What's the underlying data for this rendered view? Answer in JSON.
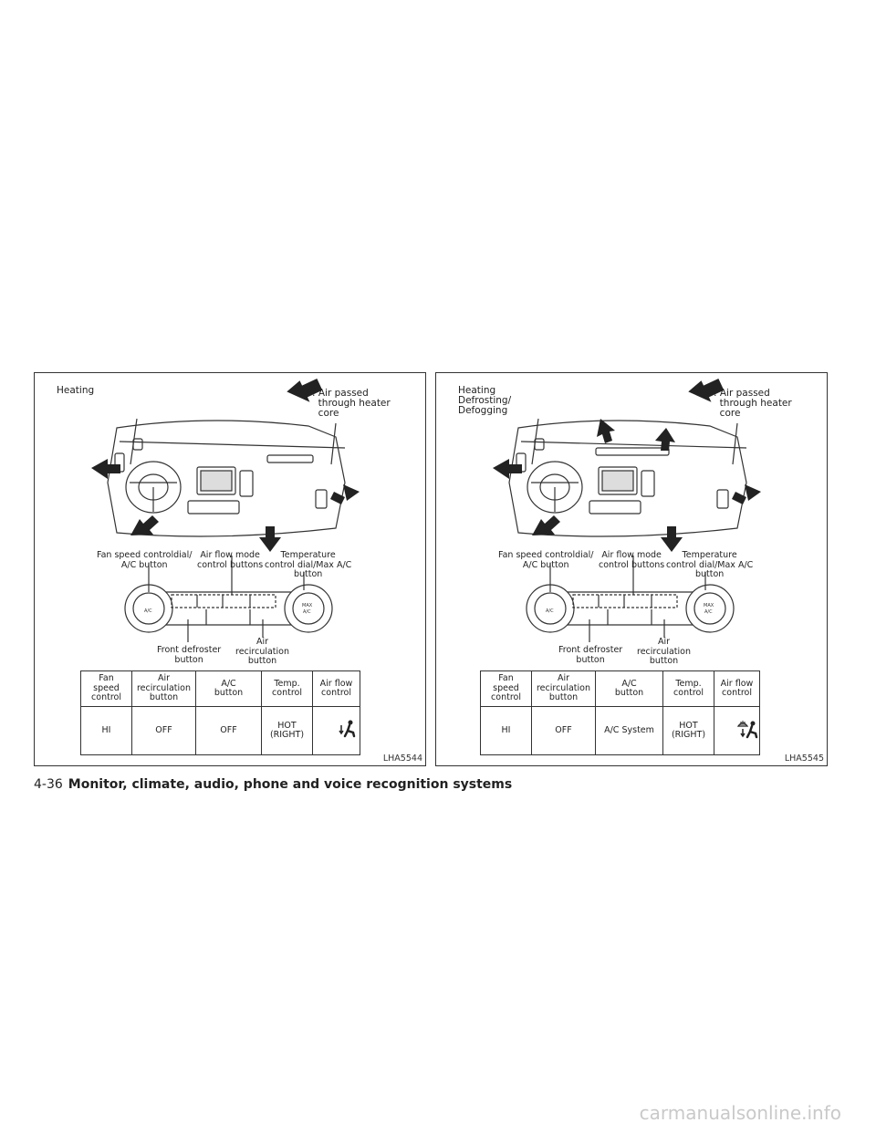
{
  "panels": [
    {
      "title": "Heating",
      "legend": ": Air passed\n  through heater\n  core",
      "labels": {
        "fan_speed": "Fan speed controldial/\nA/C button",
        "air_flow_mode": "Air flow mode\ncontrol buttons",
        "temperature": "Temperature\ncontrol dial/Max A/C\nbutton",
        "front_defroster": "Front defroster\nbutton",
        "air_recirc": "Air\nrecirculation\nbutton"
      },
      "panel_text": {
        "ac": "A/C",
        "max": "MAX",
        "ac2": "A/C"
      },
      "table": {
        "headers": [
          "Fan\nspeed\ncontrol",
          "Air\nrecirculation\nbutton",
          "A/C\nbutton",
          "Temp.\ncontrol",
          "Air flow\ncontrol"
        ],
        "values": [
          "HI",
          "OFF",
          "OFF",
          "HOT\n(RIGHT)",
          ""
        ],
        "airflow_icon": "feet-airflow-icon"
      },
      "code": "LHA5544"
    },
    {
      "title": "Heating\nDefrosting/\nDefogging",
      "legend": ": Air passed\n  through heater\n  core",
      "labels": {
        "fan_speed": "Fan speed controldial/\nA/C button",
        "air_flow_mode": "Air flow mode\ncontrol buttons",
        "temperature": "Temperature\ncontrol dial/Max A/C\nbutton",
        "front_defroster": "Front defroster\nbutton",
        "air_recirc": "Air\nrecirculation\nbutton"
      },
      "panel_text": {
        "ac": "A/C",
        "max": "MAX",
        "ac2": "A/C"
      },
      "table": {
        "headers": [
          "Fan\nspeed\ncontrol",
          "Air\nrecirculation\nbutton",
          "A/C\nbutton",
          "Temp.\ncontrol",
          "Air flow\ncontrol"
        ],
        "values": [
          "HI",
          "OFF",
          "A/C System",
          "HOT\n(RIGHT)",
          ""
        ],
        "airflow_icon": "defrost-feet-airflow-icon"
      },
      "code": "LHA5545"
    }
  ],
  "footer": {
    "page": "4-36",
    "section": "Monitor, climate, audio, phone and voice recognition systems"
  },
  "watermark": "carmanualsonline.info"
}
